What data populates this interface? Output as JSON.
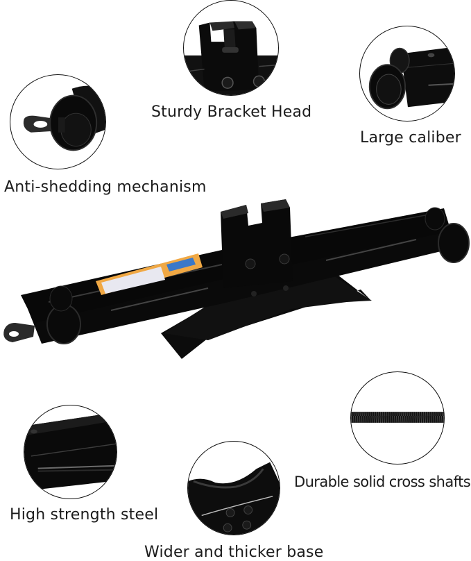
{
  "image": {
    "subject": "Scissor car jack product feature diagram",
    "background_color": "#ffffff",
    "product_color": "#0d0d0d",
    "sticker_color": "#f0a844",
    "sticker_icon_color": "#3a78c8"
  },
  "callouts": [
    {
      "id": "bracket-head",
      "label": "Sturdy Bracket Head"
    },
    {
      "id": "large-caliber",
      "label": "Large caliber"
    },
    {
      "id": "anti-shedding",
      "label": "Anti-shedding mechanism"
    },
    {
      "id": "high-strength-steel",
      "label": "High strength steel"
    },
    {
      "id": "cross-shafts",
      "label": "Durable solid cross shafts"
    },
    {
      "id": "base",
      "label": "Wider and thicker base"
    }
  ]
}
